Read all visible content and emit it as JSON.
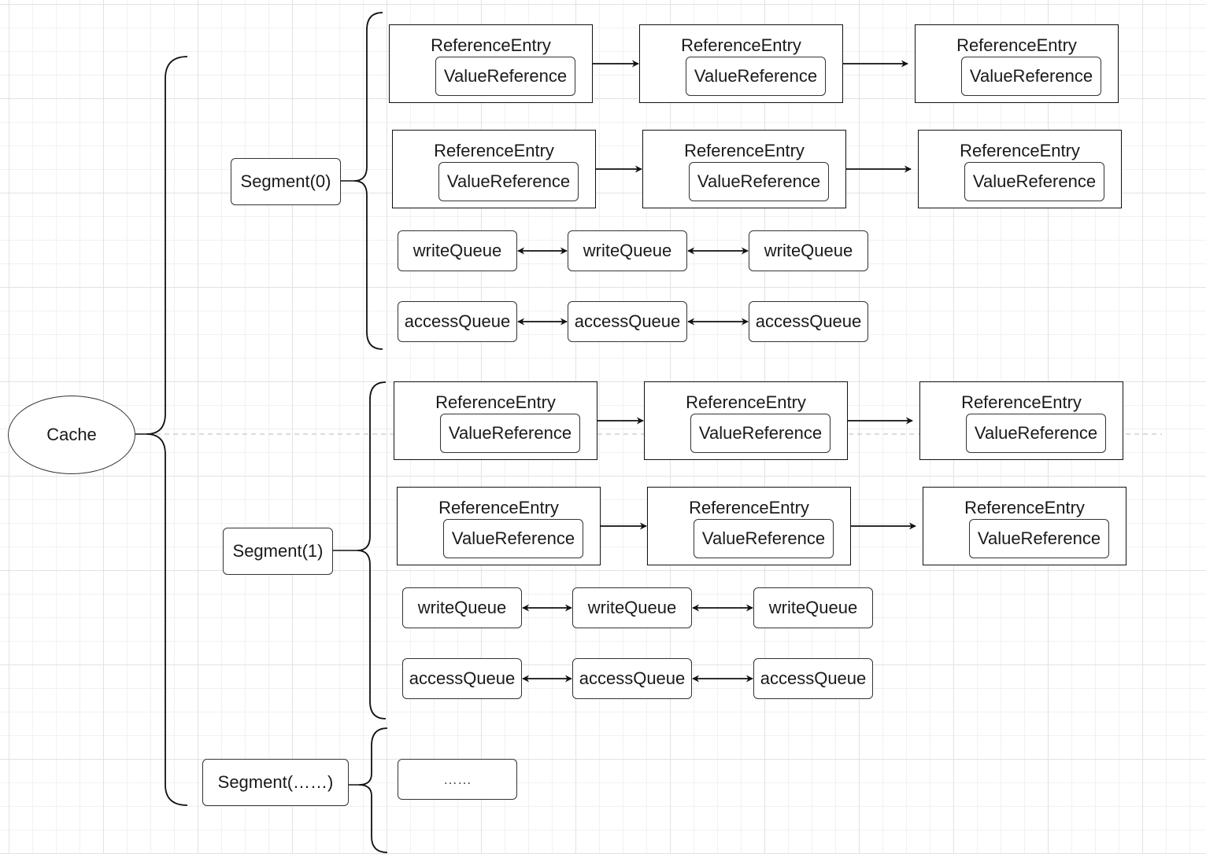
{
  "diagram": {
    "root_label": "Cache",
    "segments": [
      {
        "label": "Segment(0)",
        "entry_chains": [
          [
            {
              "entry_label": "ReferenceEntry",
              "value_label": "ValueReference"
            },
            {
              "entry_label": "ReferenceEntry",
              "value_label": "ValueReference"
            },
            {
              "entry_label": "ReferenceEntry",
              "value_label": "ValueReference"
            }
          ],
          [
            {
              "entry_label": "ReferenceEntry",
              "value_label": "ValueReference"
            },
            {
              "entry_label": "ReferenceEntry",
              "value_label": "ValueReference"
            },
            {
              "entry_label": "ReferenceEntry",
              "value_label": "ValueReference"
            }
          ]
        ],
        "write_queue": [
          "writeQueue",
          "writeQueue",
          "writeQueue"
        ],
        "access_queue": [
          "accessQueue",
          "accessQueue",
          "accessQueue"
        ]
      },
      {
        "label": "Segment(1)",
        "entry_chains": [
          [
            {
              "entry_label": "ReferenceEntry",
              "value_label": "ValueReference"
            },
            {
              "entry_label": "ReferenceEntry",
              "value_label": "ValueReference"
            },
            {
              "entry_label": "ReferenceEntry",
              "value_label": "ValueReference"
            }
          ],
          [
            {
              "entry_label": "ReferenceEntry",
              "value_label": "ValueReference"
            },
            {
              "entry_label": "ReferenceEntry",
              "value_label": "ValueReference"
            },
            {
              "entry_label": "ReferenceEntry",
              "value_label": "ValueReference"
            }
          ]
        ],
        "write_queue": [
          "writeQueue",
          "writeQueue",
          "writeQueue"
        ],
        "access_queue": [
          "accessQueue",
          "accessQueue",
          "accessQueue"
        ]
      },
      {
        "label": "Segment(……)",
        "ellipsis_label": "……"
      }
    ]
  },
  "colors": {
    "stroke": "#111111",
    "grid": "#e2e2e2",
    "background": "#ffffff",
    "guide": "#c8c8c8"
  }
}
